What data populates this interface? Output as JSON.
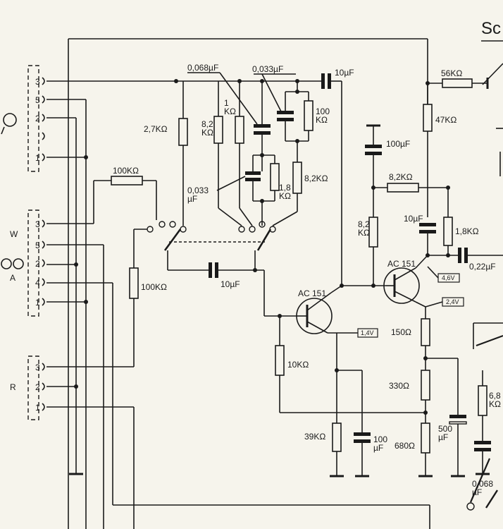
{
  "header": {
    "title_fragment": "Sc"
  },
  "connectors": {
    "top": {
      "pins": [
        "3",
        "5",
        "2",
        "",
        "1"
      ]
    },
    "middle": {
      "pins": [
        "3",
        "5",
        "2",
        "4",
        "1"
      ],
      "side_labels": [
        "W",
        "A"
      ]
    },
    "bottom": {
      "pins": [
        "3",
        "2",
        "1"
      ],
      "side_label": "R"
    }
  },
  "transistors": [
    {
      "type": "AC 151",
      "emitter_voltage": "1,4V"
    },
    {
      "type": "AC 151",
      "collector_voltage": "4,6V",
      "emitter_voltage": "2,4V"
    }
  ],
  "components": {
    "r_2k7": "2,7KΩ",
    "r_100k_top": "100KΩ",
    "r_100k_mid": "100KΩ",
    "c_0068_top": "0,068µF",
    "c_0033_top": "0,033µF",
    "c_10u_top": "10µF",
    "r_8k2_a": "8,2\nKΩ",
    "r_1k": "1\nKΩ",
    "r_100k_eq": "100\nKΩ",
    "r_8k2_eq": "8,2KΩ",
    "c_0033_mid": "0,033\nµF",
    "r_1k8_mid": "1,8\nKΩ",
    "c_10u_mid": "10µF",
    "r_10k": "10KΩ",
    "r_39k": "39KΩ",
    "c_100u_bottom": "100\nµF",
    "c_100u_right": "100µF",
    "r_8k2_base": "8,2\nKΩ",
    "r_8k2_fb": "8,2KΩ",
    "r_56k": "56KΩ",
    "r_47k": "47KΩ",
    "c_10u_right": "10µF",
    "r_1k8_right": "1,8KΩ",
    "c_022u": "0,22µF",
    "r_150": "150Ω",
    "r_330": "330Ω",
    "r_680": "680Ω",
    "c_500u": "500\nµF",
    "r_6k8": "6,8\nKΩ",
    "c_0068_bottom": "0,068\nµF"
  }
}
